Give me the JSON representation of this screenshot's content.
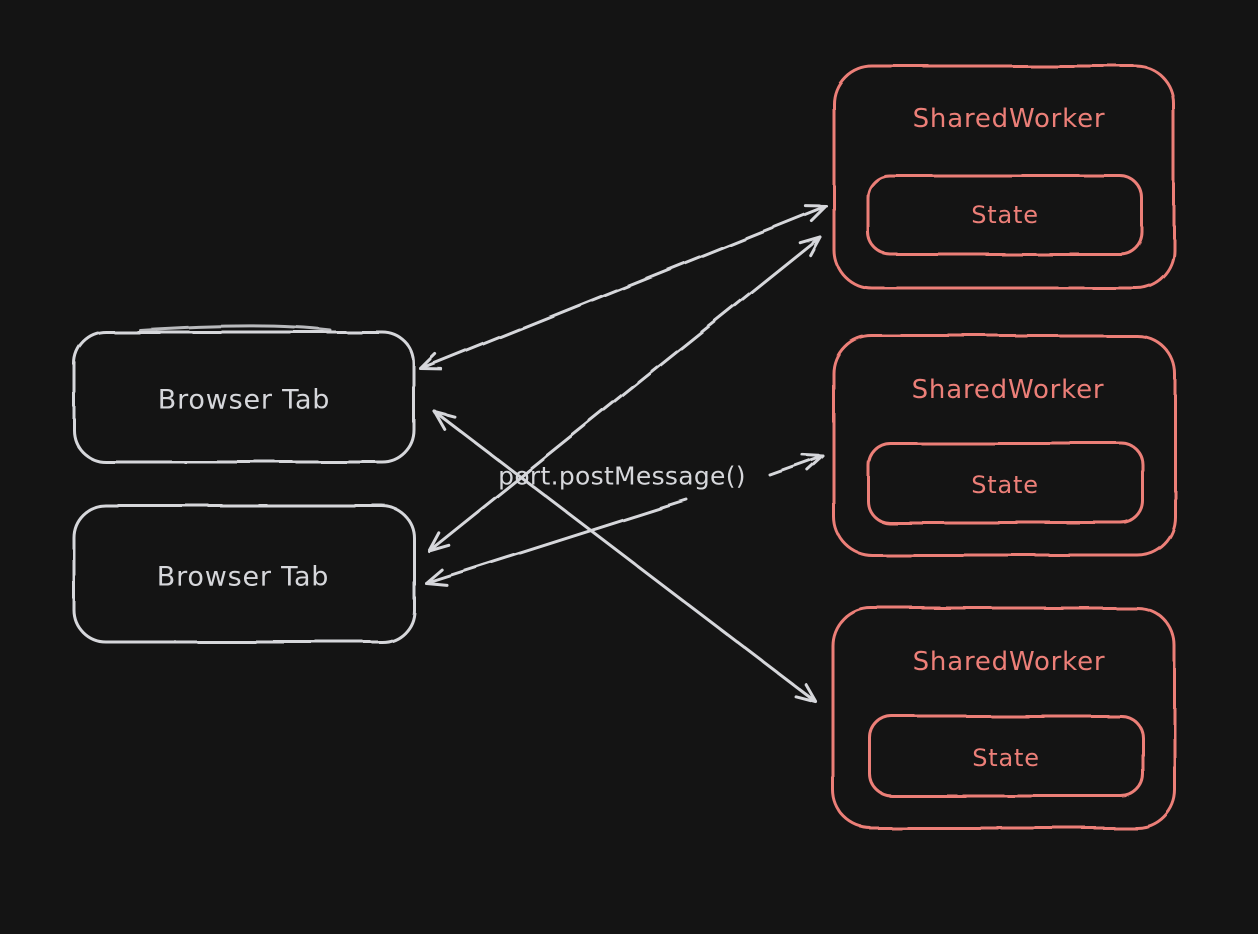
{
  "canvas": {
    "background_color": "#141414",
    "stroke_light_color": "#d6d7db",
    "stroke_salmon_color": "#ec7f78"
  },
  "diagram": {
    "center_label": "port.postMessage()",
    "browser_tabs": [
      {
        "label": "Browser Tab"
      },
      {
        "label": "Browser Tab"
      }
    ],
    "workers": [
      {
        "label": "SharedWorker",
        "state": "State"
      },
      {
        "label": "SharedWorker",
        "state": "State"
      },
      {
        "label": "SharedWorker",
        "state": "State"
      }
    ],
    "edges": [
      {
        "from": "browser-tab-1",
        "to": "shared-worker-1",
        "arrows": "both"
      },
      {
        "from": "browser-tab-2",
        "to": "shared-worker-1",
        "arrows": "both"
      },
      {
        "from": "browser-tab-1",
        "to": "shared-worker-3",
        "arrows": "both"
      },
      {
        "from": "port-postmessage-label",
        "to": "browser-tab-2",
        "arrows": "end"
      },
      {
        "from": "port-postmessage-label",
        "to": "shared-worker-2",
        "arrows": "end"
      }
    ]
  }
}
